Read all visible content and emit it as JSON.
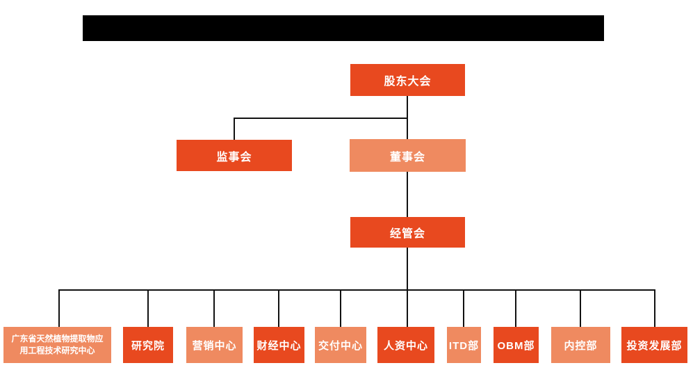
{
  "colors": {
    "primary_dark": "#E8491F",
    "primary_light": "#EF8A60",
    "connector": "#111111",
    "redaction": "#000000"
  },
  "org_chart": {
    "redacted_title_bar": true,
    "nodes": {
      "shareholders_meeting": "股东大会",
      "supervisory_board": "监事会",
      "board_of_directors": "董事会",
      "management_committee": "经管会"
    },
    "departments": [
      {
        "label": "广东省天然植物提取物应用工程技术研究中心",
        "tone": "light"
      },
      {
        "label": "研究院",
        "tone": "dark"
      },
      {
        "label": "营销中心",
        "tone": "light"
      },
      {
        "label": "财经中心",
        "tone": "dark"
      },
      {
        "label": "交付中心",
        "tone": "light"
      },
      {
        "label": "人资中心",
        "tone": "dark"
      },
      {
        "label": "ITD部",
        "tone": "light"
      },
      {
        "label": "OBM部",
        "tone": "dark"
      },
      {
        "label": "内控部",
        "tone": "light"
      },
      {
        "label": "投资发展部",
        "tone": "dark"
      }
    ]
  }
}
